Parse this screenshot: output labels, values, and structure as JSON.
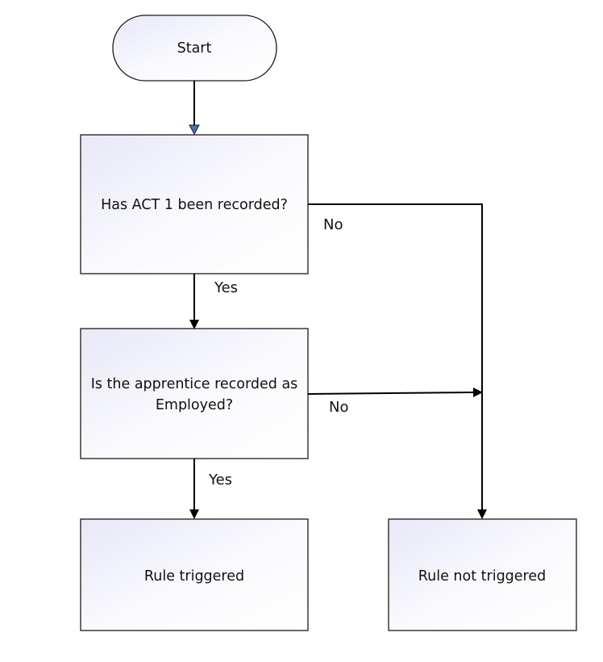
{
  "nodes": {
    "start": "Start",
    "q1": "Has ACT 1 been recorded?",
    "q2_line1": "Is the apprentice recorded as",
    "q2_line2": "Employed?",
    "triggered": "Rule triggered",
    "not_triggered": "Rule not triggered"
  },
  "edges": {
    "q1_yes": "Yes",
    "q1_no": "No",
    "q2_yes": "Yes",
    "q2_no": "No"
  },
  "colors": {
    "start_arrowhead": "#4a6fb5",
    "box_gradient_light": "#e8e8f8",
    "box_gradient_end": "#ffffff"
  }
}
